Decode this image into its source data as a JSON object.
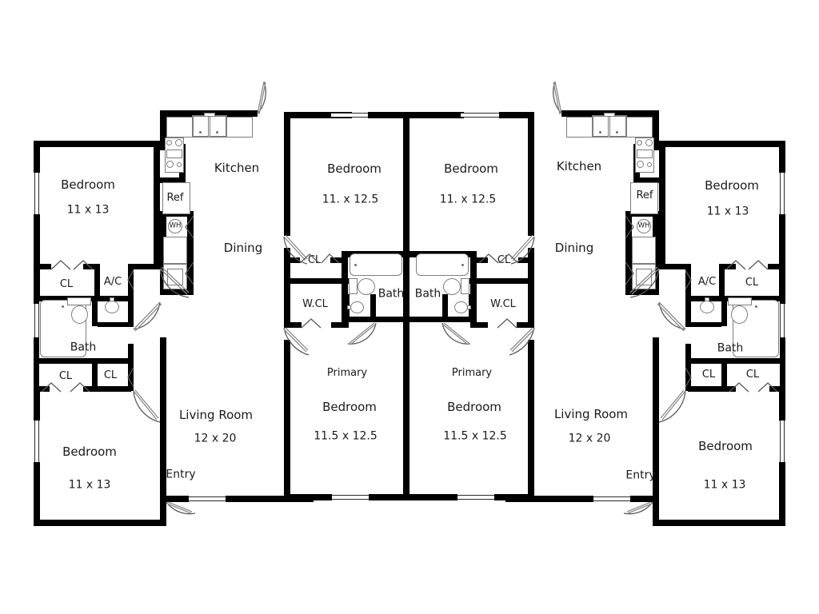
{
  "plan": {
    "type": "floor-plan",
    "description": "Fourplex apartment floor plan, mirrored left/right with two center units",
    "line_color": "#000000",
    "fixture_color": "#7d7d7d",
    "background": "#ffffff"
  },
  "labels": {
    "kitchen": "Kitchen",
    "dining": "Dining",
    "bedroom": "Bedroom",
    "primary": "Primary",
    "living_room": "Living Room",
    "entry": "Entry",
    "bath": "Bath",
    "cl": "CL",
    "wcl": "W.CL",
    "ac": "A/C",
    "ref": "Ref",
    "wh": "WH"
  },
  "dims": {
    "bed_11x13": "11 x 13",
    "bed_11x125": "11. x 12.5",
    "primary_115x125": "11.5 x 12.5",
    "living_12x20": "12 x 20"
  },
  "units": {
    "left": {
      "rooms": [
        {
          "name": "Bedroom",
          "dim": "11 x 13",
          "position": "top-left"
        },
        {
          "name": "Bedroom",
          "dim": "11 x 13",
          "position": "bottom-left"
        },
        {
          "name": "Kitchen",
          "dim": ""
        },
        {
          "name": "Dining",
          "dim": ""
        },
        {
          "name": "Living Room",
          "dim": "12 x 20"
        },
        {
          "name": "Bath",
          "dim": ""
        },
        {
          "name": "Entry",
          "dim": ""
        }
      ],
      "closets": [
        "CL",
        "A/C",
        "CL",
        "CL"
      ],
      "appliances": [
        "Ref",
        "WH"
      ]
    },
    "center_left": {
      "rooms": [
        {
          "name": "Bedroom",
          "dim": "11. x 12.5"
        },
        {
          "name": "Primary Bedroom",
          "dim": "11.5 x 12.5"
        },
        {
          "name": "Bath",
          "dim": ""
        }
      ],
      "closets": [
        "CL",
        "W.CL"
      ]
    },
    "center_right": {
      "rooms": [
        {
          "name": "Bedroom",
          "dim": "11. x 12.5"
        },
        {
          "name": "Primary Bedroom",
          "dim": "11.5 x 12.5"
        },
        {
          "name": "Bath",
          "dim": ""
        }
      ],
      "closets": [
        "CL",
        "W.CL"
      ]
    },
    "right": {
      "rooms": [
        {
          "name": "Bedroom",
          "dim": "11 x 13",
          "position": "top-right"
        },
        {
          "name": "Bedroom",
          "dim": "11 x 13",
          "position": "bottom-right"
        },
        {
          "name": "Kitchen",
          "dim": ""
        },
        {
          "name": "Dining",
          "dim": ""
        },
        {
          "name": "Living Room",
          "dim": "12 x 20"
        },
        {
          "name": "Bath",
          "dim": ""
        },
        {
          "name": "Entry",
          "dim": ""
        }
      ],
      "closets": [
        "A/C",
        "CL",
        "CL",
        "CL"
      ],
      "appliances": [
        "Ref",
        "WH"
      ]
    }
  },
  "text_items": {
    "l_bed_top": "Bedroom",
    "l_bed_top_dim": "11 x 13",
    "l_bed_bot": "Bedroom",
    "l_bed_bot_dim": "11 x 13",
    "l_kitchen": "Kitchen",
    "l_dining": "Dining",
    "l_living": "Living Room",
    "l_living_dim": "12 x 20",
    "l_entry": "Entry",
    "l_bath": "Bath",
    "l_cl1": "CL",
    "l_ac": "A/C",
    "l_cl2": "CL",
    "l_cl3": "CL",
    "l_ref": "Ref",
    "l_wh": "WH",
    "cl_bed": "Bedroom",
    "cl_bed_dim": "11. x 12.5",
    "cl_cl": "CL",
    "cl_wcl": "W.CL",
    "cl_bath": "Bath",
    "cl_primary": "Primary",
    "cl_primary_bed": "Bedroom",
    "cl_primary_dim": "11.5 x 12.5",
    "cr_bed": "Bedroom",
    "cr_bed_dim": "11. x 12.5",
    "cr_cl": "CL",
    "cr_wcl": "W.CL",
    "cr_bath": "Bath",
    "cr_primary": "Primary",
    "cr_primary_bed": "Bedroom",
    "cr_primary_dim": "11.5 x 12.5",
    "r_bed_top": "Bedroom",
    "r_bed_top_dim": "11 x 13",
    "r_bed_bot": "Bedroom",
    "r_bed_bot_dim": "11 x 13",
    "r_kitchen": "Kitchen",
    "r_dining": "Dining",
    "r_living": "Living Room",
    "r_living_dim": "12 x 20",
    "r_entry": "Entry",
    "r_bath": "Bath",
    "r_ac": "A/C",
    "r_cl1": "CL",
    "r_cl2": "CL",
    "r_cl3": "CL",
    "r_ref": "Ref",
    "r_wh": "WH"
  }
}
